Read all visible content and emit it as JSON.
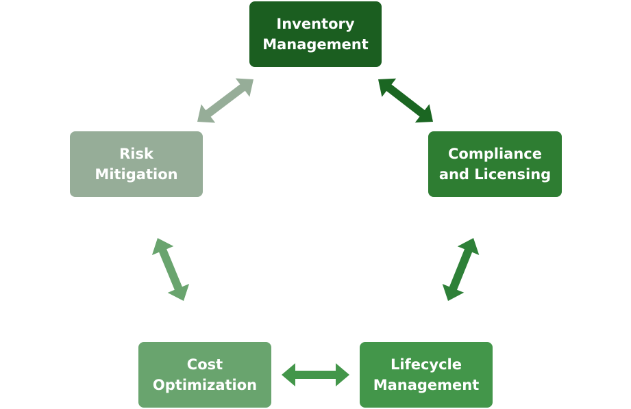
{
  "diagram": {
    "type": "cycle",
    "nodes": [
      {
        "id": "inventory",
        "lines": [
          "Inventory",
          "Management"
        ],
        "color": "#1b5e20"
      },
      {
        "id": "compliance",
        "lines": [
          "Compliance",
          "and Licensing"
        ],
        "color": "#2e7d32"
      },
      {
        "id": "lifecycle",
        "lines": [
          "Lifecycle",
          "Management"
        ],
        "color": "#43964a"
      },
      {
        "id": "cost",
        "lines": [
          "Cost",
          "Optimization"
        ],
        "color": "#69a46e"
      },
      {
        "id": "risk",
        "lines": [
          "Risk",
          "Mitigation"
        ],
        "color": "#96ad98"
      }
    ],
    "connections": [
      {
        "from": "inventory",
        "to": "compliance",
        "direction": "bidirectional",
        "color": "#1b6622"
      },
      {
        "from": "compliance",
        "to": "lifecycle",
        "direction": "bidirectional",
        "color": "#2e8038"
      },
      {
        "from": "lifecycle",
        "to": "cost",
        "direction": "bidirectional",
        "color": "#43964a"
      },
      {
        "from": "cost",
        "to": "risk",
        "direction": "bidirectional",
        "color": "#69a46e"
      },
      {
        "from": "risk",
        "to": "inventory",
        "direction": "bidirectional",
        "color": "#96ad98"
      }
    ]
  }
}
